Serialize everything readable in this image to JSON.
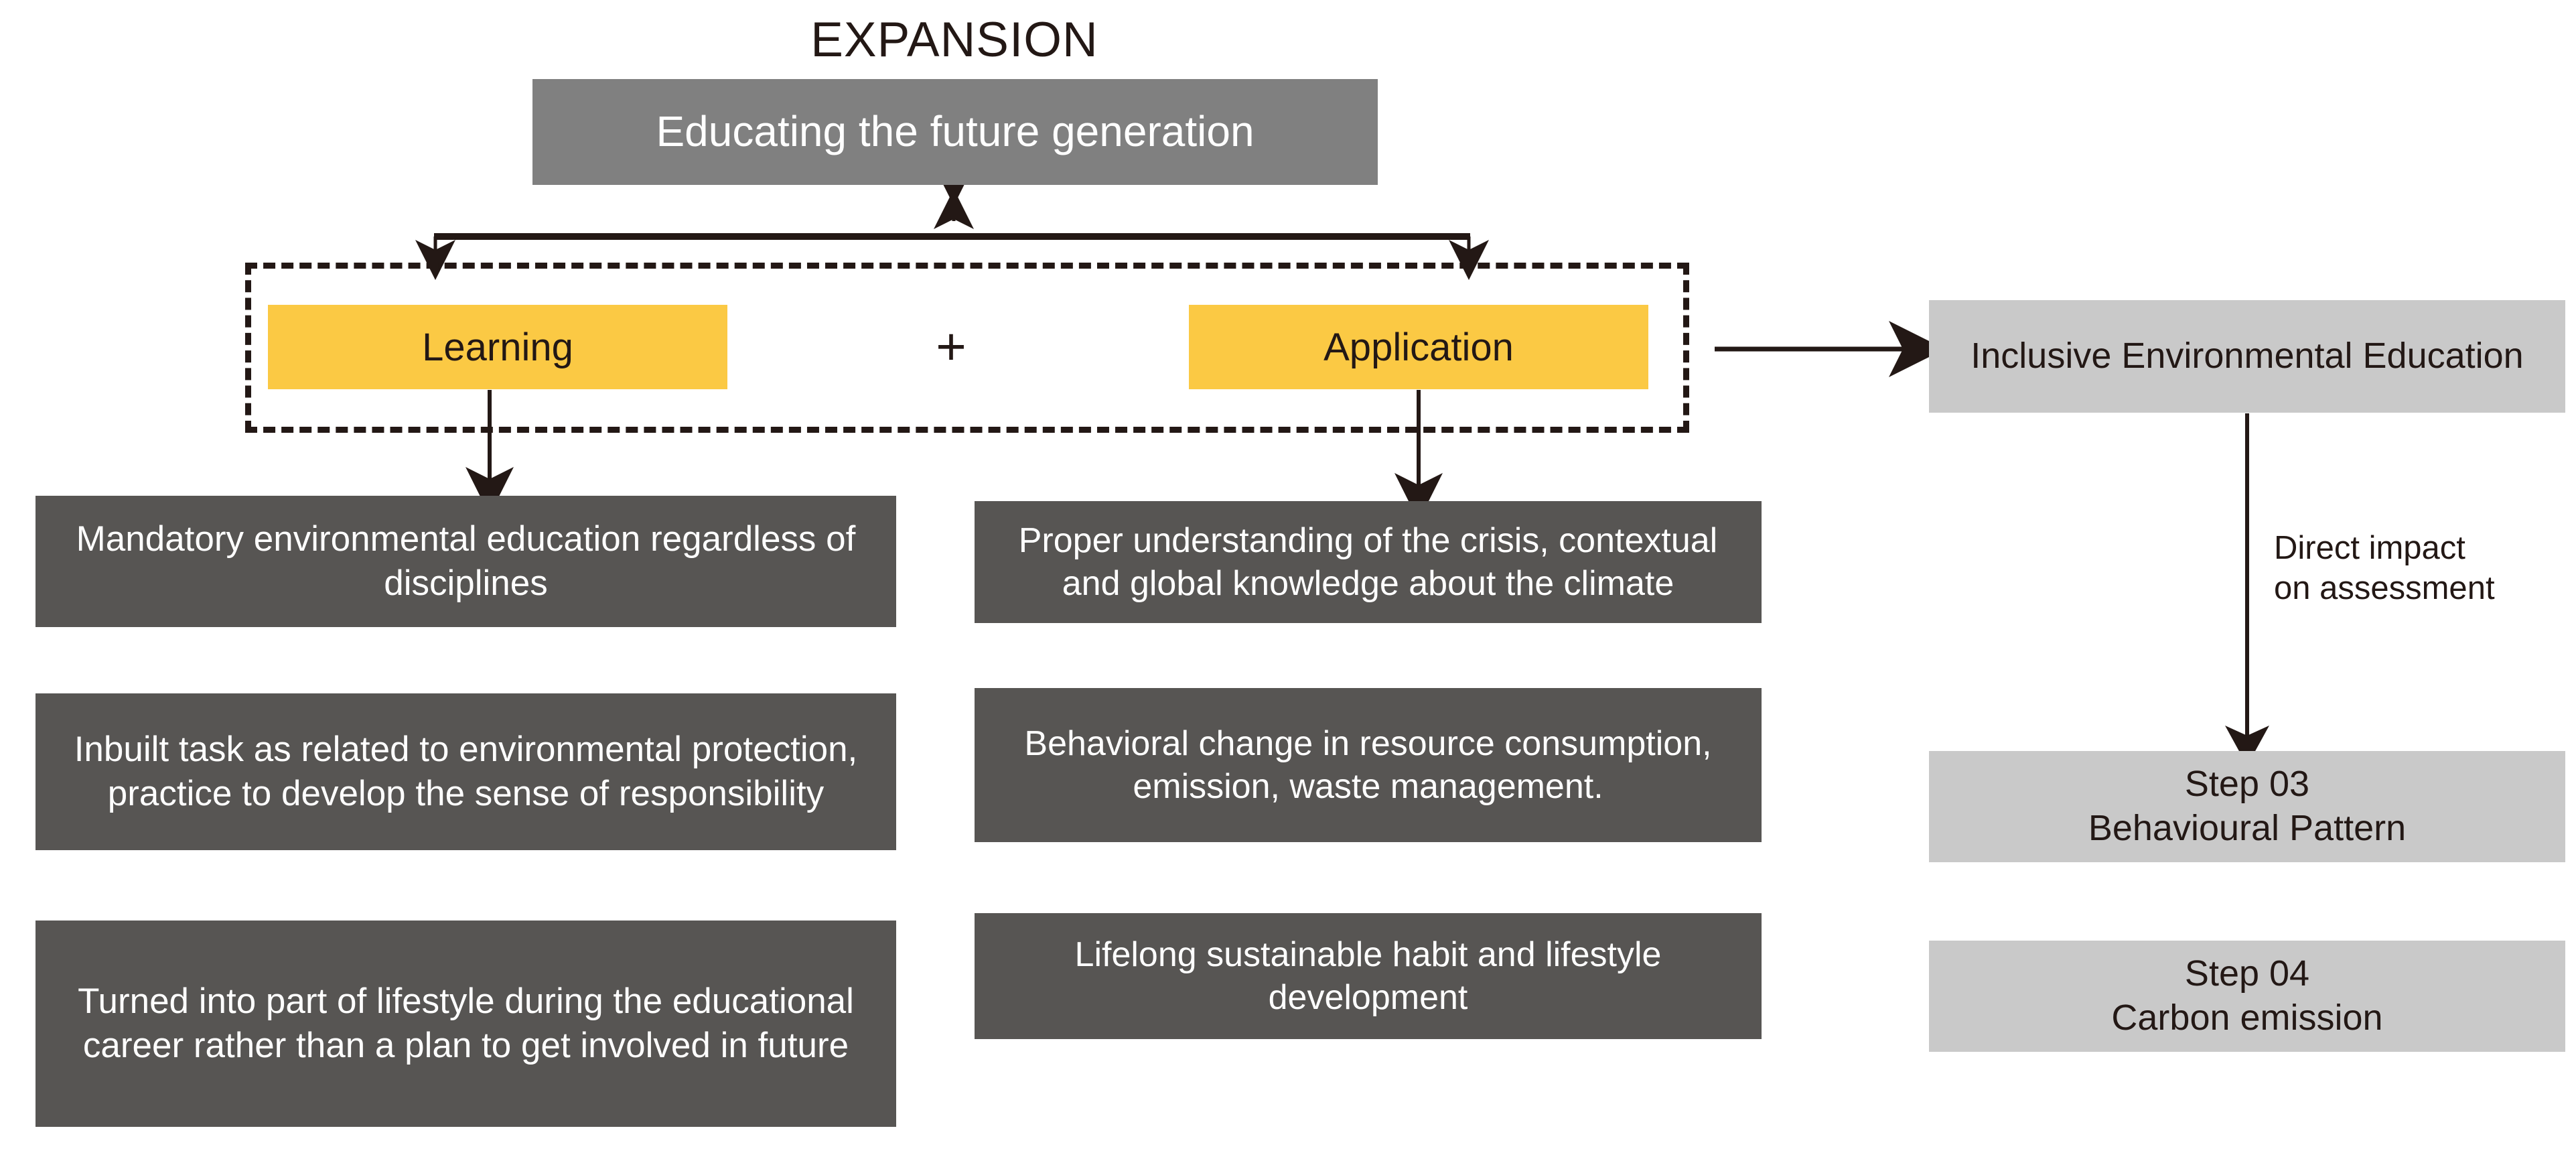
{
  "page": {
    "title": "EXPANSION",
    "background": "#ffffff"
  },
  "colors": {
    "header_gray": "#808080",
    "accent_yellow": "#FBC944",
    "dark_gray": "#575553",
    "light_gray": "#C9C9C9",
    "ink": "#231815"
  },
  "header": {
    "label": "Educating the future generation"
  },
  "group": {
    "operator": "+",
    "components": [
      {
        "label": "Learning"
      },
      {
        "label": "Application"
      }
    ]
  },
  "columns": {
    "learning_outcomes": [
      {
        "text": "Mandatory environmental education regardless of disciplines"
      },
      {
        "text": "Inbuilt task as related to environmental protection, practice to develop the sense of responsibility"
      },
      {
        "text": "Turned into part of lifestyle during the educational career rather than a plan to get involved in future"
      }
    ],
    "application_outcomes": [
      {
        "text": "Proper understanding of the crisis, contextual and global knowledge about the climate"
      },
      {
        "text": "Behavioral change in resource consumption, emission, waste management."
      },
      {
        "text": "Lifelong sustainable habit and lifestyle development"
      }
    ],
    "steps": [
      {
        "text": "Inclusive  Environmental Education"
      },
      {
        "text": "Step 03\nBehavioural Pattern"
      },
      {
        "text": "Step 04\nCarbon emission"
      }
    ]
  },
  "edges": {
    "impact_label": "Direct impact\non assessment"
  }
}
